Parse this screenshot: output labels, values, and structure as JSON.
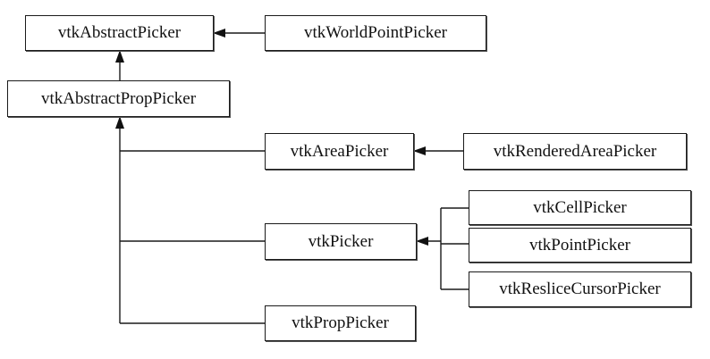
{
  "diagram": {
    "type": "class-hierarchy",
    "nodes": {
      "abstract_picker": "vtkAbstractPicker",
      "world_point_picker": "vtkWorldPointPicker",
      "abstract_prop_picker": "vtkAbstractPropPicker",
      "area_picker": "vtkAreaPicker",
      "rendered_area_picker": "vtkRenderedAreaPicker",
      "cell_picker": "vtkCellPicker",
      "point_picker": "vtkPointPicker",
      "reslice_cursor_picker": "vtkResliceCursorPicker",
      "picker": "vtkPicker",
      "prop_picker": "vtkPropPicker"
    },
    "edges": [
      {
        "from": "vtkWorldPointPicker",
        "to": "vtkAbstractPicker"
      },
      {
        "from": "vtkAbstractPropPicker",
        "to": "vtkAbstractPicker"
      },
      {
        "from": "vtkAreaPicker",
        "to": "vtkAbstractPropPicker"
      },
      {
        "from": "vtkPicker",
        "to": "vtkAbstractPropPicker"
      },
      {
        "from": "vtkPropPicker",
        "to": "vtkAbstractPropPicker"
      },
      {
        "from": "vtkRenderedAreaPicker",
        "to": "vtkAreaPicker"
      },
      {
        "from": "vtkCellPicker",
        "to": "vtkPicker"
      },
      {
        "from": "vtkPointPicker",
        "to": "vtkPicker"
      },
      {
        "from": "vtkResliceCursorPicker",
        "to": "vtkPicker"
      }
    ]
  }
}
